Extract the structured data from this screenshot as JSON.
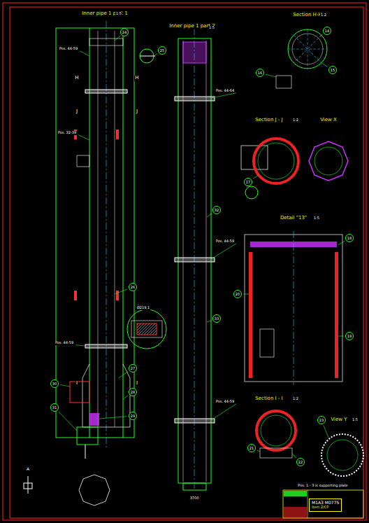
{
  "diagram": {
    "title": "Inner pipe 1 part 1",
    "nodes": [
      {
        "text": [
          "M1A3 M0775",
          "Item 2/CP"
        ]
      }
    ],
    "labels": [
      "Inner pipe 1 part 2",
      "Section H-H",
      "Section J - J",
      "View X",
      "Detail \"13\"",
      "Section I - I",
      "View Y",
      "H",
      "H",
      "J",
      "J",
      "I",
      "I",
      "Pos. 44-59",
      "Pos. 32-39",
      "Pos. 44-59",
      "Pos. 44-64",
      "Pos. 44-59",
      "Pos. 44-59",
      "24",
      "25",
      "26",
      "27",
      "28",
      "29",
      "30",
      "31",
      "32",
      "33",
      "14",
      "15",
      "16",
      "17",
      "18",
      "19",
      "20",
      "21",
      "22",
      "23",
      "1:5",
      "1:5",
      "1:2",
      "1:2",
      "1:5",
      "1:2",
      "1:5",
      "Ø219,1",
      "3700",
      "A",
      "Pos. 1 - 3 is supporting plate"
    ]
  }
}
